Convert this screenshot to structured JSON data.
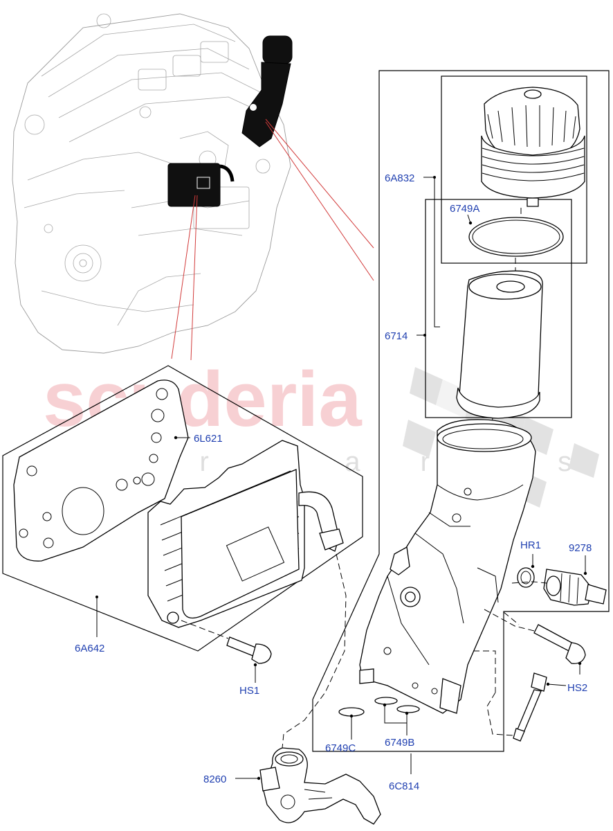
{
  "watermark": {
    "brand": "scuderia",
    "tagline": "c a r p a r t s"
  },
  "callouts": [
    {
      "id": "6A832",
      "label": "6A832"
    },
    {
      "id": "6749A",
      "label": "6749A"
    },
    {
      "id": "6714",
      "label": "6714"
    },
    {
      "id": "6L621",
      "label": "6L621"
    },
    {
      "id": "6A642",
      "label": "6A642"
    },
    {
      "id": "HS1",
      "label": "HS1"
    },
    {
      "id": "HR1",
      "label": "HR1"
    },
    {
      "id": "9278",
      "label": "9278"
    },
    {
      "id": "HS2",
      "label": "HS2"
    },
    {
      "id": "6749C",
      "label": "6749C"
    },
    {
      "id": "6749B",
      "label": "6749B"
    },
    {
      "id": "8260",
      "label": "8260"
    },
    {
      "id": "6C814",
      "label": "6C814"
    }
  ],
  "colors": {
    "callout_text": "#1f3fb0",
    "pointer_line": "#d23a3a",
    "watermark_brand": "#f6c8cc",
    "watermark_tagline": "#dedede"
  }
}
